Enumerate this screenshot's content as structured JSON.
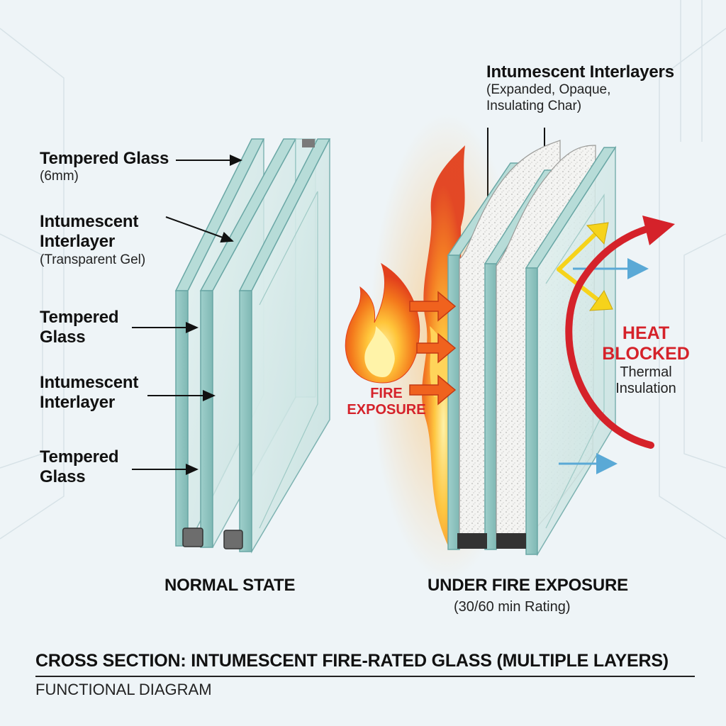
{
  "left_labels": [
    {
      "title": "Tempered Glass",
      "note": "(6mm)"
    },
    {
      "title": "Intumescent",
      "title2": "Interlayer",
      "note": "(Transparent Gel)"
    },
    {
      "title": "Tempered",
      "title2": "Glass"
    },
    {
      "title": "Intumescent",
      "title2": "Interlayer"
    },
    {
      "title": "Tempered",
      "title2": "Glass"
    }
  ],
  "right_top": {
    "title": "Intumescent Interlayers",
    "note1": "(Expanded, Opaque,",
    "note2": "Insulating Char)"
  },
  "fire": {
    "line1": "FIRE",
    "line2": "EXPOSURE"
  },
  "heat": {
    "line1": "HEAT",
    "line2": "BLOCKED",
    "line3": "Thermal",
    "line4": "Insulation"
  },
  "captions": {
    "normal": "NORMAL STATE",
    "fire": "UNDER FIRE EXPOSURE",
    "rating": "(30/60 min Rating)"
  },
  "footer": {
    "title": "CROSS SECTION: INTUMESCENT FIRE-RATED GLASS (MULTIPLE LAYERS)",
    "subtitle": "FUNCTIONAL DIAGRAM"
  },
  "colors": {
    "glass": "#cfe7e6",
    "glass_edge": "#6aa7a5",
    "char": "#f3f3f1",
    "fire_red": "#d5222a",
    "arrow_yellow": "#f6d31b",
    "arrow_blue": "#5aa9d6"
  }
}
